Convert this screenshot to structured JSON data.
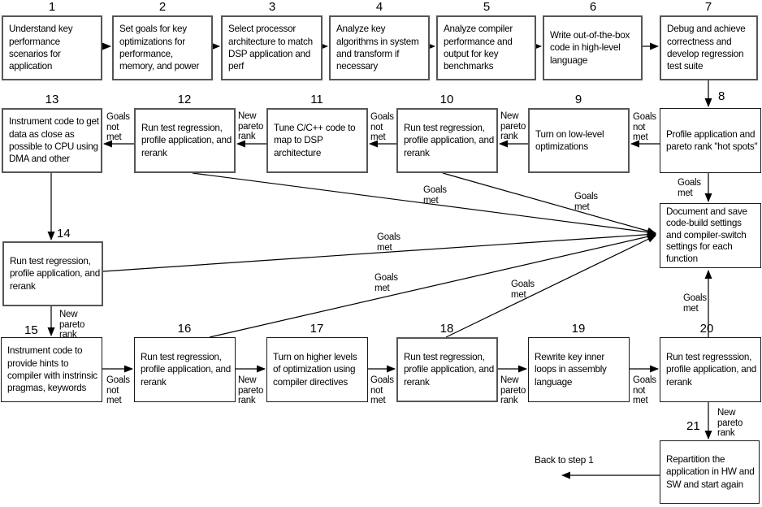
{
  "steps": [
    {
      "num": "1",
      "text": "Understand key performance scenarios for application"
    },
    {
      "num": "2",
      "text": "Set goals for key optimizations for performance, memory, and power"
    },
    {
      "num": "3",
      "text": "Select processor architecture to match DSP application and perf"
    },
    {
      "num": "4",
      "text": "Analyze key algorithms in system and transform if necessary"
    },
    {
      "num": "5",
      "text": "Analyze compiler performance and output for key benchmarks"
    },
    {
      "num": "6",
      "text": "Write out-of-the-box code in high-level language"
    },
    {
      "num": "7",
      "text": "Debug and achieve correctness and develop regression test suite"
    },
    {
      "num": "8",
      "text": "Profile application and pareto rank \"hot spots\""
    },
    {
      "num": "9",
      "text": "Turn on low-level optimizations"
    },
    {
      "num": "10",
      "text": "Run test regression, profile application, and rerank"
    },
    {
      "num": "11",
      "text": "Tune C/C++ code to map to DSP architecture"
    },
    {
      "num": "12",
      "text": "Run test regression, profile application, and rerank"
    },
    {
      "num": "13",
      "text": "Instrument code to get data as close as possible to CPU using DMA and other"
    },
    {
      "num": "14",
      "text": "Run test regression, profile application, and rerank"
    },
    {
      "num": "15",
      "text": "Instrument code to provide hints to compiler with instrinsic pragmas, keywords"
    },
    {
      "num": "16",
      "text": "Run test regression, profile application, and rerank"
    },
    {
      "num": "17",
      "text": "Turn on higher levels of optimization using compiler directives"
    },
    {
      "num": "18",
      "text": "Run test regression, profile application, and rerank"
    },
    {
      "num": "19",
      "text": "Rewrite key inner loops in assembly language"
    },
    {
      "num": "20",
      "text": "Run test regresssion, profile application, and rerank"
    },
    {
      "num": "21",
      "text": "Repartition the application in HW and SW and start again"
    }
  ],
  "document_box": {
    "text": "Document and save code-build settings and compiler-switch settings for each function"
  },
  "edge_labels": {
    "goals_not_met": "Goals\nnot\nmet",
    "new_pareto_rank": "New\npareto\nrank",
    "goals_met": "Goals\nmet",
    "back_to_step_1": "Back to step 1"
  },
  "colors": {
    "background": "#ffffff",
    "line": "#000000",
    "border_strong": "#565656",
    "border_thin": "#1a1a1a",
    "text": "#000000"
  }
}
